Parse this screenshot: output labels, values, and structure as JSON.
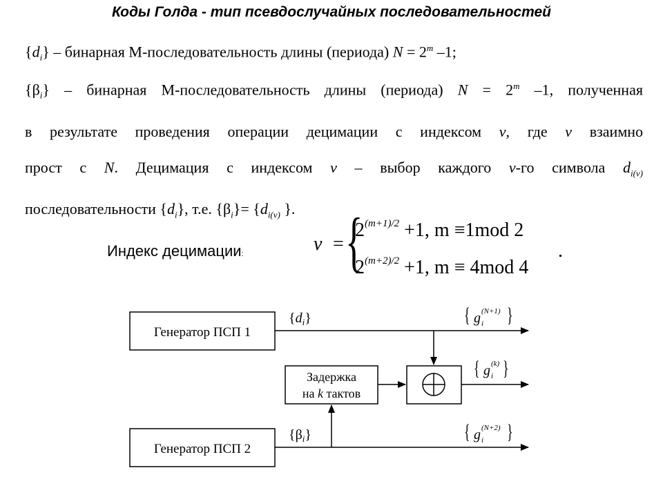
{
  "slide": {
    "title": "Коды Голда - тип псевдослучайных последовательностей"
  },
  "text": {
    "p1_sym": "d",
    "p1_sub": "i",
    "p1_rest": " – бинарная М-последовательность длины (периода) ",
    "p1_n": "N",
    "p1_eq": " = 2",
    "p1_sup": "m",
    "p1_end": " –1;",
    "p2_sym": "β",
    "p2_sub": "i",
    "p2_rest": " – бинарная М-последовательность длины (периода) ",
    "p2_n": "N",
    "p2_eq": " = 2",
    "p2_sup": "m",
    "p2_end": " –1, полученная",
    "line2_a": "в результате проведения операции децимации с индексом ",
    "line2_v": "v",
    "line2_b": ", где ",
    "line2_v2": "v",
    "line2_c": " взаимно",
    "line3_a": "прост с ",
    "line3_n": "N",
    "line3_b": ". Децимация с индексом ",
    "line3_v": "v",
    "line3_c": " – выбор каждого ",
    "line3_v2": "v",
    "line3_d": "-го символа ",
    "line3_d_sym": "d",
    "line3_d_sub": "i(v)",
    "line4_a": "последовательности ",
    "line4_sym": "d",
    "line4_sub": "i",
    "line4_b": ", т.е. ",
    "line4_beta": "β",
    "line4_beta_sub": "i",
    "line4_eq": "= ",
    "line4_d": "d",
    "line4_d_sub": "i(v)",
    "line4_end": "."
  },
  "formula": {
    "label": "Индекс децимации",
    "label_colon": ":",
    "lhs": "v",
    "eq": "=",
    "row1_base": "2",
    "row1_exp": "(m+1)/2",
    "row1_rest": " +1,  m ≡1mod 2",
    "row2_base": "2",
    "row2_exp": "(m+2)/2",
    "row2_rest": " +1,  m ≡ 4mod 4",
    "end": "."
  },
  "diagram": {
    "gen1": "Генератор ПСП 1",
    "gen2": "Генератор ПСП 2",
    "delay_line1": "Задержка",
    "delay_line2_a": "на ",
    "delay_line2_k": "k",
    "delay_line2_b": " тактов",
    "sig_d": "d",
    "sig_d_sub": "i",
    "sig_beta": "β",
    "sig_beta_sub": "i",
    "out1_g": "g",
    "out1_sub": "i",
    "out1_sup": "(N+1)",
    "out2_g": "g",
    "out2_sub": "i",
    "out2_sup": "(k)",
    "out3_g": "g",
    "out3_sub": "i",
    "out3_sup": "(N+2)"
  }
}
